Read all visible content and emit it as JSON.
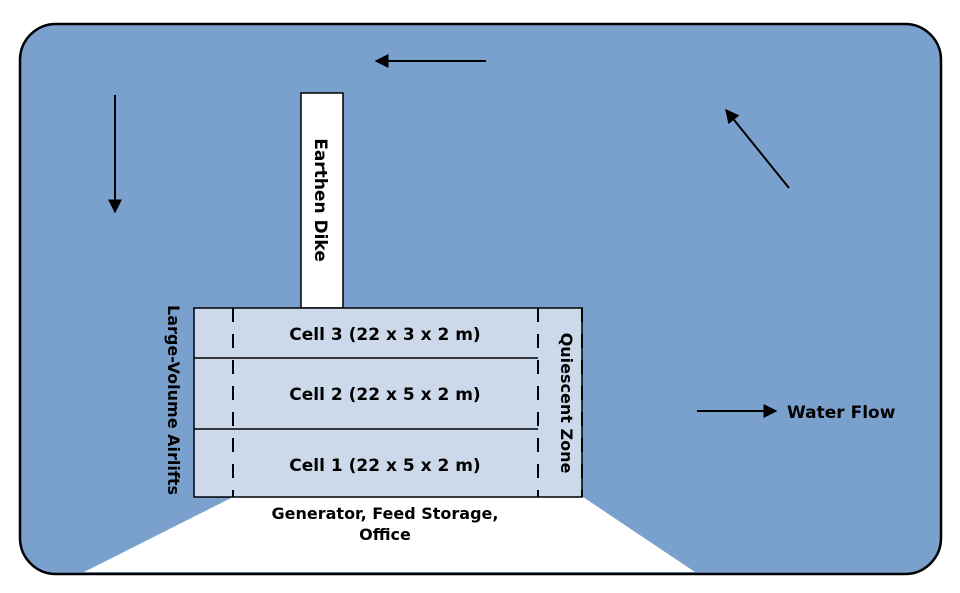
{
  "labels": {
    "earthen_dike": "Earthen Dike",
    "airlifts": "Large-Volume Airlifts",
    "quiescent": "Quiescent Zone",
    "cell3": "Cell 3 (22 x 3 x 2 m)",
    "cell2": "Cell 2 (22 x 5 x 2 m)",
    "cell1": "Cell 1 (22 x 5 x 2 m)",
    "shore_line1": "Generator, Feed Storage,",
    "shore_line2": "Office",
    "water_flow": "Water Flow"
  },
  "colors": {
    "water": "#7aa0cd",
    "cells": "#ccd9ea",
    "outline": "#000000",
    "land": "#ffffff"
  }
}
